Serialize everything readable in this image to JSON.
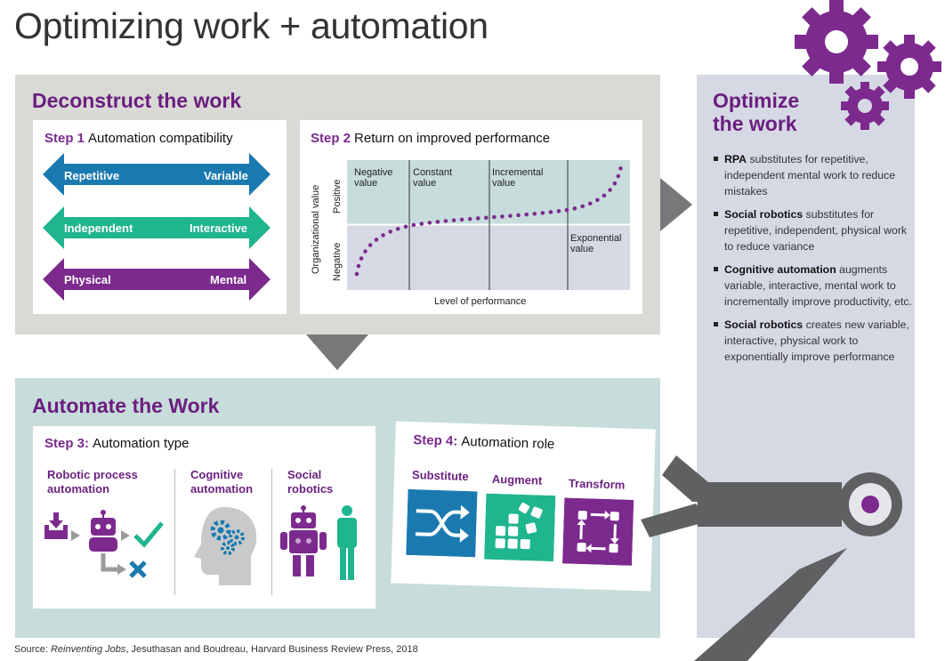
{
  "title": "Optimizing work + automation",
  "deconstruct": {
    "heading": "Deconstruct the work",
    "step1": {
      "num": "Step 1",
      "label": "Automation compatibility",
      "arrows": [
        {
          "left": "Repetitive",
          "right": "Variable",
          "color": "#1a7ab0"
        },
        {
          "left": "Independent",
          "right": "Interactive",
          "color": "#1fb58e"
        },
        {
          "left": "Physical",
          "right": "Mental",
          "color": "#7c2a8e"
        }
      ]
    },
    "step2": {
      "num": "Step 2",
      "label": "Return on improved performance",
      "ylabel": "Organizational value",
      "xlabel": "Level of performance",
      "band_positive": "Positive",
      "band_negative": "Negative",
      "zones": [
        {
          "line1": "Negative",
          "line2": "value"
        },
        {
          "line1": "Constant",
          "line2": "value"
        },
        {
          "line1": "Incremental",
          "line2": "value"
        },
        {
          "line1": "Exponential",
          "line2": "value"
        }
      ]
    }
  },
  "automate": {
    "heading": "Automate the Work",
    "step3": {
      "num": "Step 3:",
      "label": "Automation type",
      "types": [
        {
          "line1": "Robotic process",
          "line2": "automation"
        },
        {
          "line1": "Cognitive",
          "line2": "automation"
        },
        {
          "line1": "Social",
          "line2": "robotics"
        }
      ]
    },
    "step4": {
      "num": "Step 4:",
      "label": "Automation role",
      "roles": [
        {
          "label": "Substitute",
          "color": "#1a7ab0"
        },
        {
          "label": "Augment",
          "color": "#1fb58e"
        },
        {
          "label": "Transform",
          "color": "#7c2a8e"
        }
      ]
    }
  },
  "optimize": {
    "heading_line1": "Optimize",
    "heading_line2": "the work",
    "items": [
      {
        "bold": "RPA",
        "text": " substitutes for repetitive, independent mental work to reduce mistakes"
      },
      {
        "bold": "Social robotics",
        "text": " substitutes for repetitive, independent, physical work to reduce variance"
      },
      {
        "bold": "Cognitive automation",
        "text": " augments variable, interactive, mental work to incrementally improve productivity, etc."
      },
      {
        "bold": "Social robotics",
        "text": " creates new variable, interactive, physical work to exponentially improve performance"
      }
    ]
  },
  "source": {
    "prefix": "Source: ",
    "book": "Reinventing Jobs",
    "rest": ", Jesuthasan and Boudreau, Harvard Business Review Press, 2018"
  },
  "colors": {
    "purple": "#7c2a8e",
    "heading_purple": "#6b1e7f",
    "blue": "#1a7ab0",
    "teal": "#1fb58e",
    "gray_panel": "#d9d9d6",
    "teal_panel": "#c7dcdb",
    "lavender_panel": "#d6d8e4",
    "arm_gray": "#5f6062"
  },
  "icons": [
    "gear-icon",
    "robot-icon",
    "brain-gears-icon",
    "person-icon",
    "check-icon",
    "x-icon",
    "shuffle-icon",
    "grid-blocks-icon",
    "circular-arrows-icon",
    "robotic-arm-icon",
    "download-tray-icon"
  ]
}
